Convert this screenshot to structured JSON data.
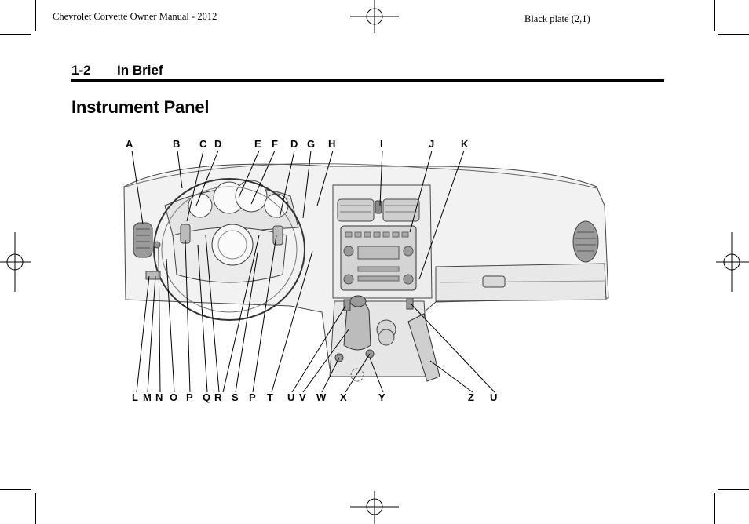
{
  "header": {
    "left_text": "Chevrolet Corvette Owner Manual - 2012",
    "right_text": "Black plate (2,1)"
  },
  "section": {
    "number": "1-2",
    "name": "In Brief"
  },
  "page_title": "Instrument Panel",
  "figure": {
    "top_callouts": [
      "A",
      "B",
      "C",
      "D",
      "E",
      "F",
      "D",
      "G",
      "H",
      "I",
      "J",
      "K"
    ],
    "bottom_callouts": [
      "L",
      "M",
      "N",
      "O",
      "P",
      "Q",
      "R",
      "S",
      "P",
      "T",
      "U",
      "V",
      "W",
      "X",
      "Y",
      "Z",
      "U"
    ]
  }
}
